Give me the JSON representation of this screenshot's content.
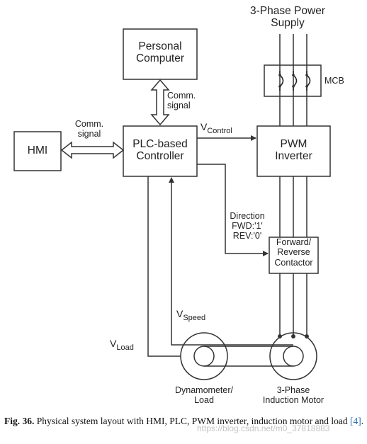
{
  "colors": {
    "line": "#333333",
    "text": "#222222",
    "caption_ref": "#2a6ab8"
  },
  "nodes": {
    "power_supply": "3-Phase Power\nSupply",
    "mcb": "MCB",
    "personal_computer": "Personal\nComputer",
    "comm_signal_pc": "Comm.\nsignal",
    "comm_signal_hmi": "Comm.\nsignal",
    "hmi": "HMI",
    "plc": "PLC-based\nController",
    "v_control": {
      "main": "V",
      "sub": "Control"
    },
    "pwm": "PWM\nInverter",
    "direction": "Direction\nFWD:'1'\nREV:'0'",
    "contactor": "Forward/\nReverse\nContactor",
    "v_speed": {
      "main": "V",
      "sub": "Speed"
    },
    "v_load": {
      "main": "V",
      "sub": "Load"
    },
    "dynamometer": "Dynamometer/\nLoad",
    "induction_motor": "3-Phase\nInduction Motor"
  },
  "caption": {
    "figure": "Fig. 36.",
    "text": "Physical system layout with HMI, PLC, PWM inverter, induction motor and load",
    "ref": "[4]",
    "end": "."
  },
  "watermark": "https://blog.csdn.net/m0_37818883"
}
